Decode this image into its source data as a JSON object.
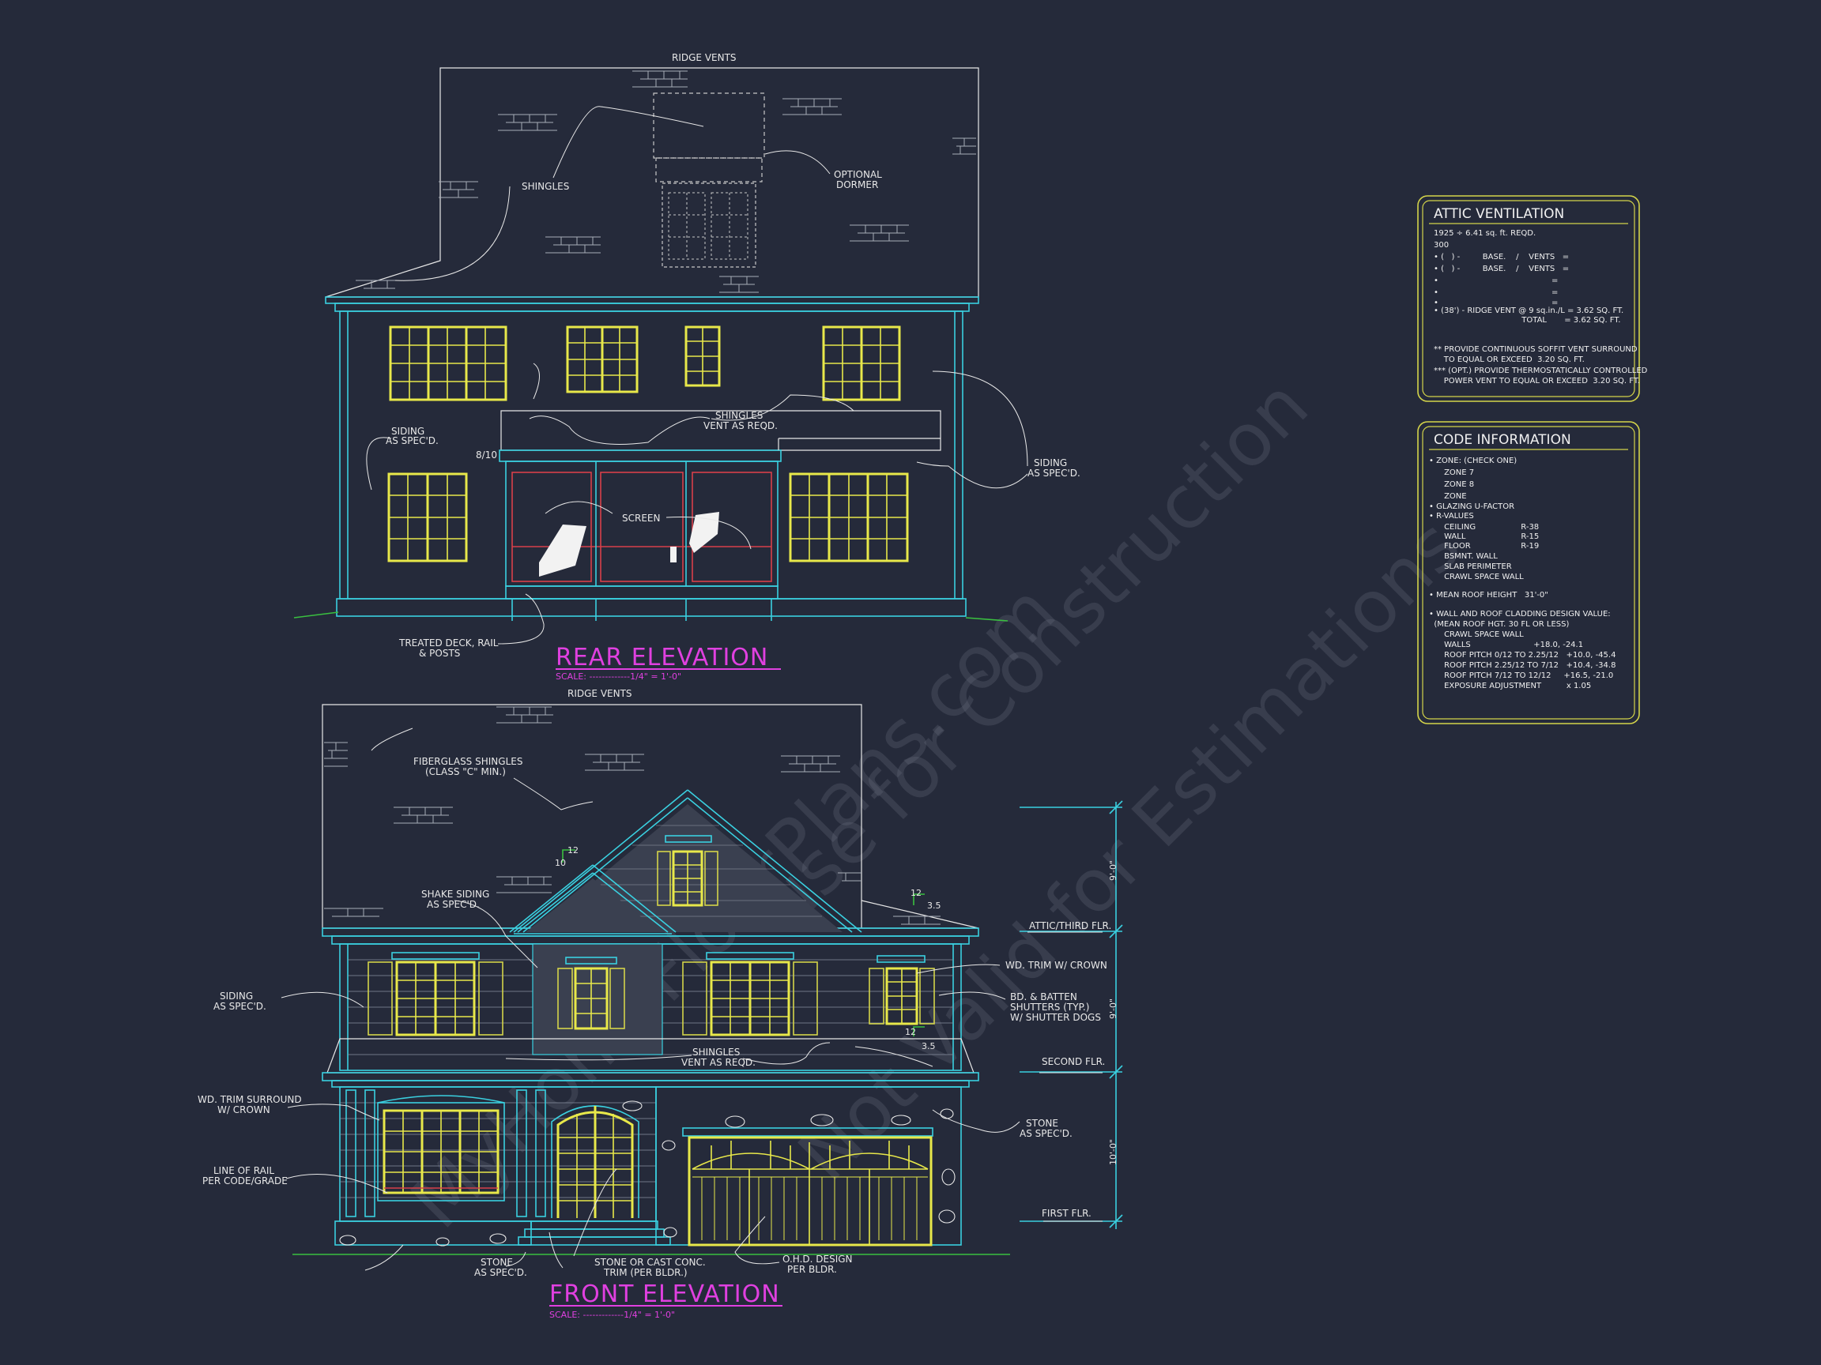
{
  "watermark": {
    "line1": "MyHomeFloorPlans.com",
    "line2": "use for Construction",
    "line3": "Not Valid for Estimations"
  },
  "rear": {
    "title": "REAR ELEVATION",
    "scale": "SCALE: -------------1/4\" = 1'-0\"",
    "labels": {
      "ridge_vents": "RIDGE VENTS",
      "shingles": "SHINGLES",
      "optional": "OPTIONAL",
      "dormer": "DORMER",
      "siding1a": "SIDING",
      "siding1b": "AS SPEC'D.",
      "shingles_vent_a": "SHINGLES",
      "shingles_vent_b": "VENT AS REQD.",
      "pitch": "8/10",
      "screen": "SCREEN",
      "siding2a": "SIDING",
      "siding2b": "AS SPEC'D.",
      "deck_a": "TREATED DECK, RAIL",
      "deck_b": "& POSTS"
    }
  },
  "front": {
    "title": "FRONT ELEVATION",
    "scale": "SCALE: -------------1/4\" = 1'-0\"",
    "labels": {
      "ridge_vents": "RIDGE VENTS",
      "fiberglass_a": "FIBERGLASS SHINGLES",
      "fiberglass_b": "(CLASS \"C\" MIN.)",
      "shake_a": "SHAKE SIDING",
      "shake_b": "AS SPEC'D.",
      "siding_a": "SIDING",
      "siding_b": "AS SPEC'D.",
      "wd_trim_crown": "WD. TRIM W/ CROWN",
      "bd_a": "BD. & BATTEN",
      "bd_b": "SHUTTERS (TYP.)",
      "bd_c": "W/ SHUTTER DOGS",
      "shingles_vent_a": "SHINGLES",
      "shingles_vent_b": "VENT AS REQD.",
      "wd_surround_a": "WD. TRIM SURROUND",
      "wd_surround_b": "W/ CROWN",
      "rail_a": "LINE OF RAIL",
      "rail_b": "PER CODE/GRADE",
      "stone1_a": "STONE",
      "stone1_b": "AS SPEC'D.",
      "stone2_a": "STONE",
      "stone2_b": "AS SPEC'D.",
      "stone_trim_a": "STONE OR CAST CONC.",
      "stone_trim_b": "TRIM (PER BLDR.)",
      "ohd_a": "O.H.D. DESIGN",
      "ohd_b": "PER BLDR.",
      "pitch_12a": "12",
      "pitch_10": "10",
      "pitch_12b": "12",
      "pitch_35a": "3.5",
      "pitch_12c": "12",
      "pitch_35b": "3.5"
    },
    "levels": {
      "attic": "ATTIC/THIRD FLR.",
      "second": "SECOND FLR.",
      "first": "FIRST FLR."
    },
    "dims": {
      "d1": "9'-0\"",
      "d2": "9'-0\"",
      "d3": "10'-0\""
    }
  },
  "attic_box": {
    "title": "ATTIC VENTILATION",
    "lines": [
      "1925 ÷ 6.41 sq. ft. REQD.",
      "300",
      "• (   ) -         BASE.    /    VENTS   =",
      "• (   ) -         BASE.    /    VENTS   =",
      "•                                             =",
      "•                                             =",
      "•                                             =",
      "• (38') - RIDGE VENT @ 9 sq.in./L = 3.62 SQ. FT.",
      "                                   TOTAL       = 3.62 SQ. FT.",
      "",
      "** PROVIDE CONTINUOUS SOFFIT VENT SURROUND",
      "    TO EQUAL OR EXCEED  3.20 SQ. FT.",
      "*** (OPT.) PROVIDE THERMOSTATICALLY CONTROLLED",
      "    POWER VENT TO EQUAL OR EXCEED  3.20 SQ. FT."
    ]
  },
  "code_box": {
    "title": "CODE INFORMATION",
    "lines": [
      "• ZONE: (CHECK ONE)",
      "      ZONE 7",
      "      ZONE 8",
      "      ZONE",
      "• GLAZING U-FACTOR",
      "• R-VALUES",
      "      CEILING                  R-38",
      "      WALL                      R-15",
      "      FLOOR                    R-19",
      "      BSMNT. WALL",
      "      SLAB PERIMETER",
      "      CRAWL SPACE WALL",
      "",
      "• MEAN ROOF HEIGHT   31'-0\"",
      "",
      "• WALL AND ROOF CLADDING DESIGN VALUE:",
      "  (MEAN ROOF HGT. 30 FL OR LESS)",
      "      CRAWL SPACE WALL",
      "      WALLS                         +18.0, -24.1",
      "      ROOF PITCH 0/12 TO 2.25/12   +10.0, -45.4",
      "      ROOF PITCH 2.25/12 TO 7/12   +10.4, -34.8",
      "      ROOF PITCH 7/12 TO 12/12     +16.5, -21.0",
      "      EXPOSURE ADJUSTMENT          x 1.05"
    ]
  }
}
